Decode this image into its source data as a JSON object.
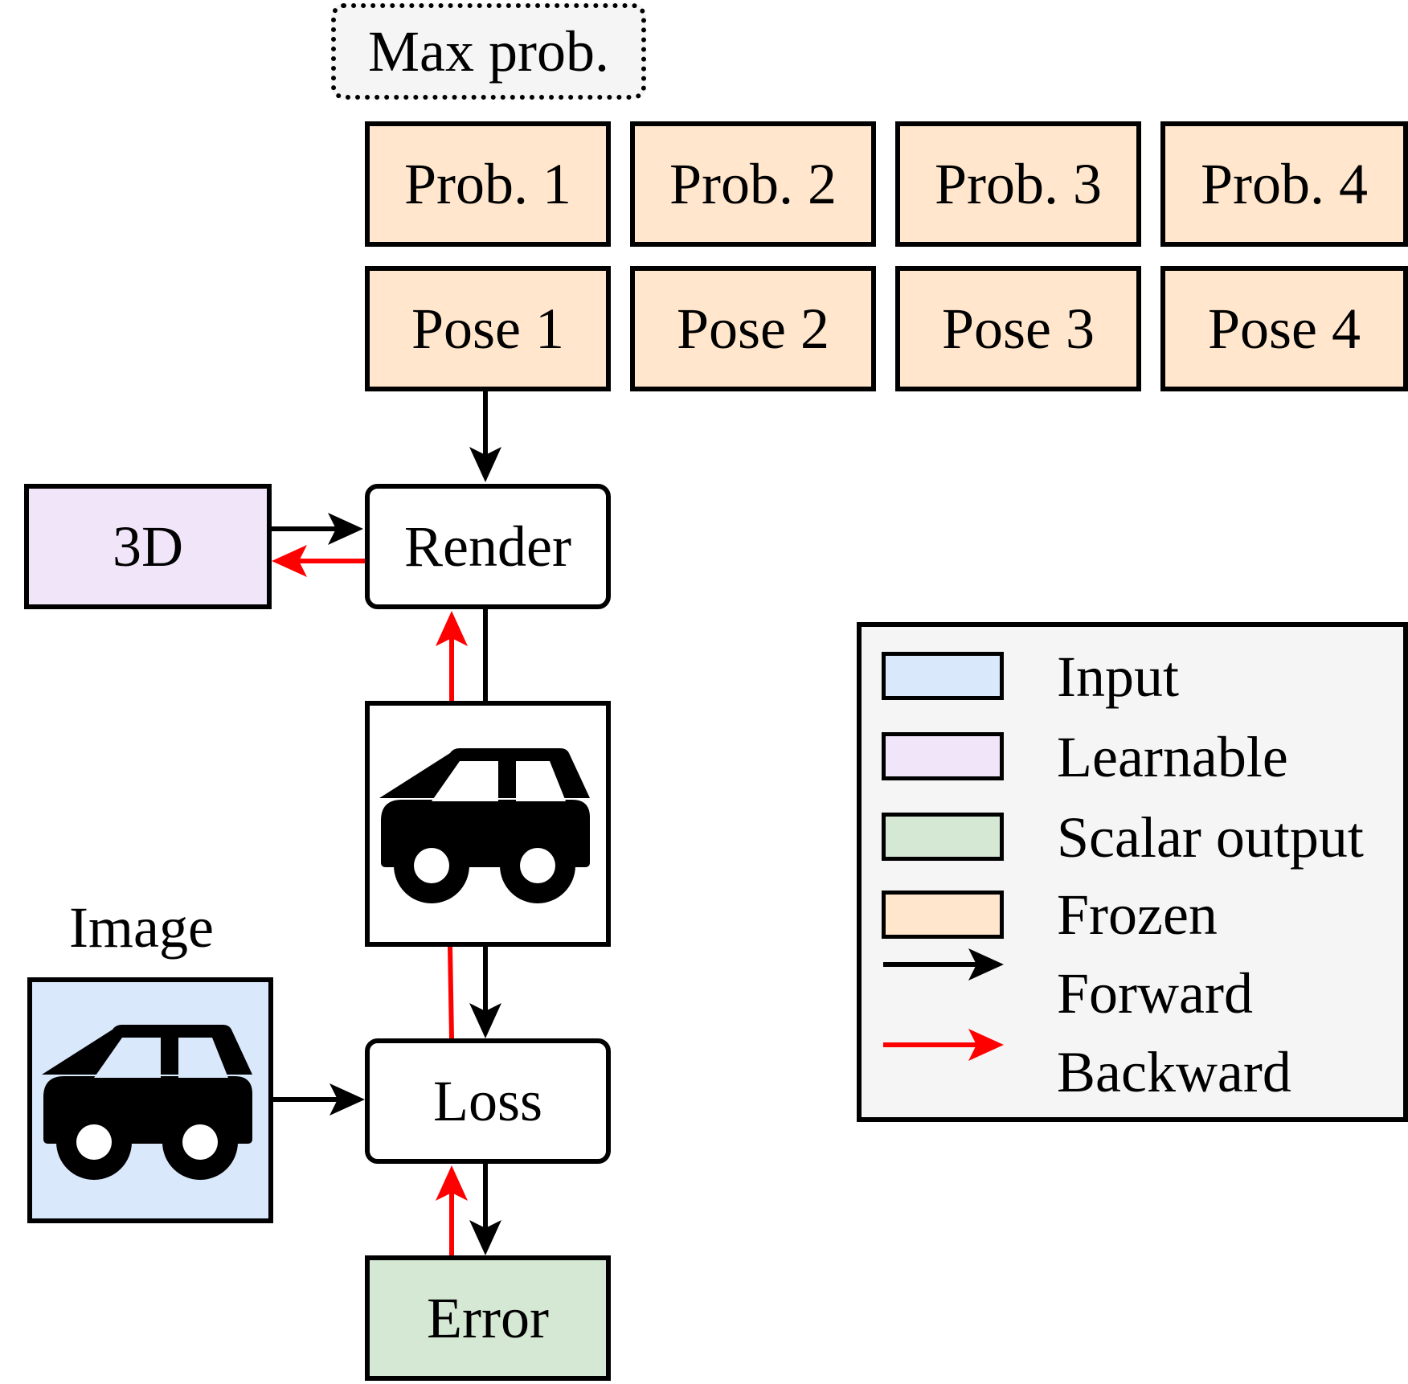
{
  "max_prob": "Max prob.",
  "probs": [
    "Prob. 1",
    "Prob. 2",
    "Prob. 3",
    "Prob. 4"
  ],
  "poses": [
    "Pose 1",
    "Pose 2",
    "Pose 3",
    "Pose 4"
  ],
  "nodes": {
    "three_d": "3D",
    "render": "Render",
    "loss": "Loss",
    "error": "Error",
    "image_label": "Image"
  },
  "legend": {
    "input": "Input",
    "learnable": "Learnable",
    "scalar_output": "Scalar output",
    "frozen": "Frozen",
    "forward": "Forward",
    "backward": "Backward"
  },
  "colors": {
    "frozen": "#ffe6cc",
    "learnable": "#f1e5f9",
    "input": "#dae8fc",
    "scalar_output": "#d5e8d4",
    "forward_arrow": "#000000",
    "backward_arrow": "#ff0000"
  },
  "icons": [
    "car-icon"
  ]
}
